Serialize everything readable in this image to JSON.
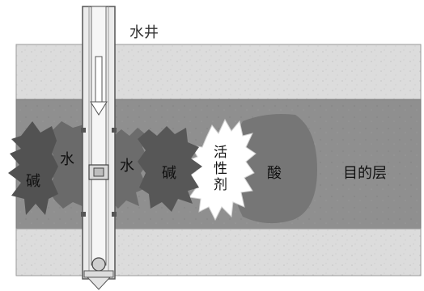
{
  "labels": {
    "well": "水井",
    "alkali_left": "碱",
    "water_left": "水",
    "water_right": "水",
    "alkali_right": "碱",
    "surfactant": "活\n性\n剂",
    "acid": "酸",
    "target_layer": "目的层"
  },
  "colors": {
    "background": "#ffffff",
    "rock_layer": "#d9d9d9",
    "target_layer": "#8e8e8e",
    "alkali_zone": "#5a5a5a",
    "water_zone": "#6f6f6f",
    "surfactant_zone": "#ffffff",
    "acid_zone": "#777777",
    "casing": "#e8e8e8",
    "outline": "#444444"
  }
}
